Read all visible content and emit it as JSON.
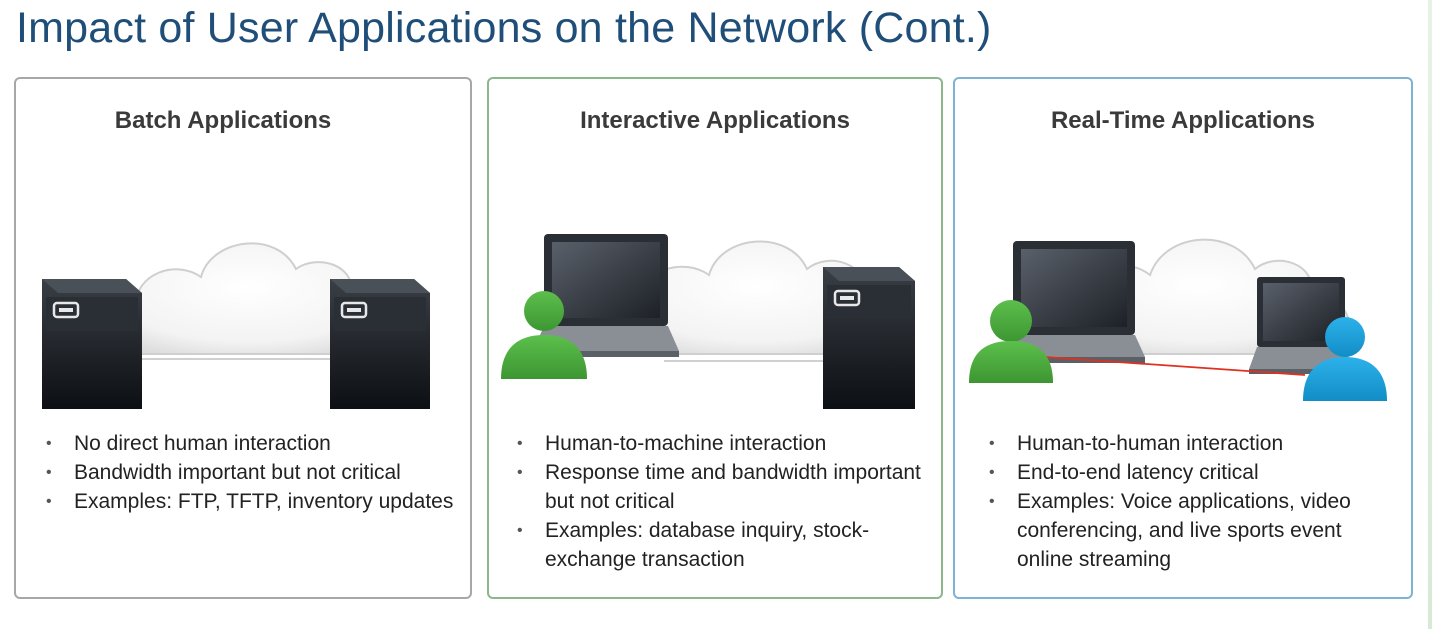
{
  "title": "Impact of User Applications on the Network (Cont.)",
  "panels": [
    {
      "heading": "Batch Applications",
      "bullets": [
        "No direct human interaction",
        "Bandwidth important but not critical",
        "Examples: FTP, TFTP, inventory updates"
      ]
    },
    {
      "heading": "Interactive Applications",
      "bullets": [
        "Human-to-machine interaction",
        "Response time and bandwidth important but not critical",
        "Examples: database inquiry, stock-exchange transaction"
      ]
    },
    {
      "heading": "Real-Time Applications",
      "bullets": [
        "Human-to-human interaction",
        "End-to-end latency critical",
        "Examples: Voice applications, video conferencing, and live sports event online streaming"
      ]
    }
  ],
  "colors": {
    "title": "#1f4e79",
    "user_green": "#4aa83e",
    "user_blue": "#1aa0dc",
    "link_red": "#e03020"
  }
}
